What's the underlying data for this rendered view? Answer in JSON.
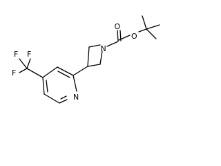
{
  "molecule": {
    "atoms": {
      "nitrogen_azetidine": "N",
      "oxygen_carbonyl": "O",
      "oxygen_ester": "O",
      "nitrogen_pyridine": "N",
      "fluorine_top_left": "F",
      "fluorine_top_right": "F",
      "fluorine_left": "F"
    }
  },
  "colors": {
    "bond": "#000000",
    "text": "#000000",
    "background": "#ffffff"
  }
}
